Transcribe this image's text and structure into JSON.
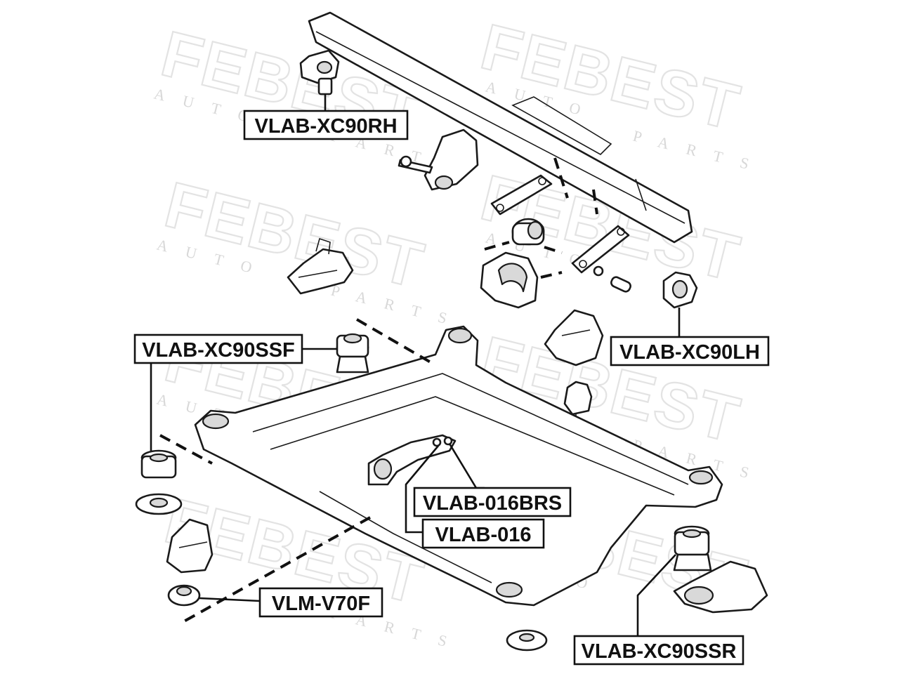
{
  "watermark": {
    "brand": "FEBEST",
    "sub_lines": [
      "AUTO",
      "PARTS"
    ]
  },
  "labels": {
    "xc90rh": "VLAB-XC90RH",
    "xc90lh": "VLAB-XC90LH",
    "xc90ssf": "VLAB-XC90SSF",
    "brs016": "VLAB-016BRS",
    "b016": "VLAB-016",
    "v70f": "VLM-V70F",
    "xc90ssr": "VLAB-XC90SSR"
  },
  "colors": {
    "line": "#1a1a1a",
    "watermark": "#e3e3e3",
    "background": "#ffffff"
  }
}
